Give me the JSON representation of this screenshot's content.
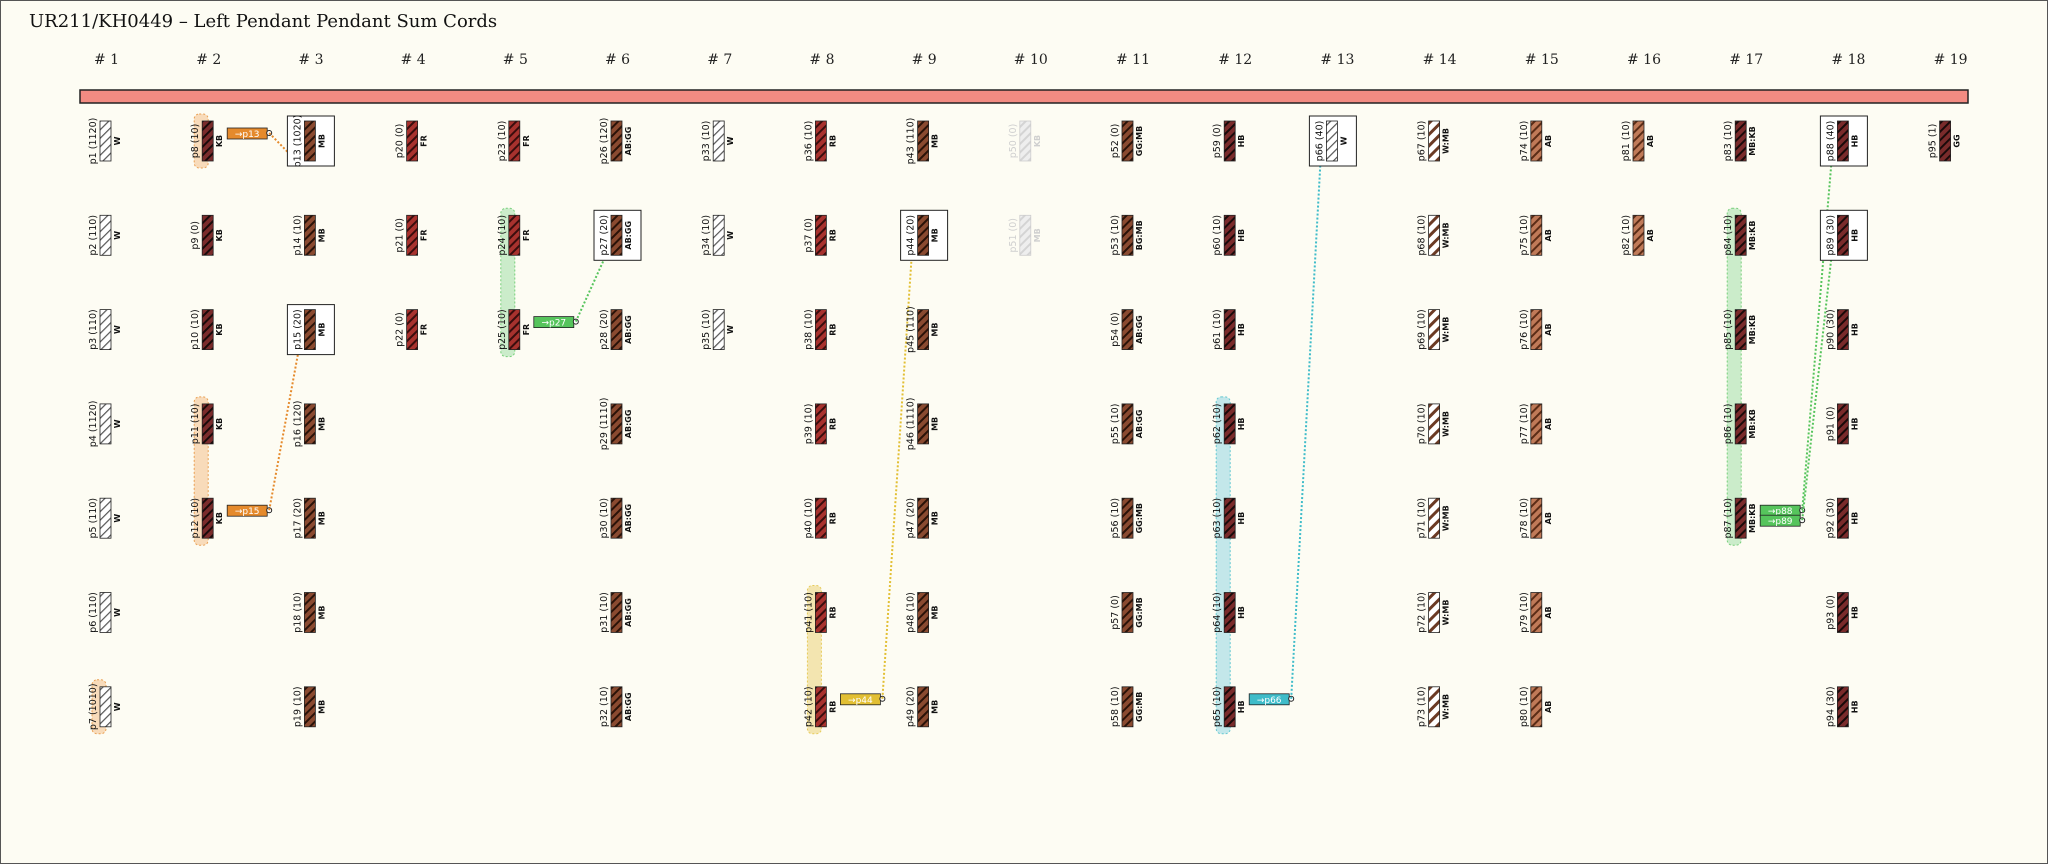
{
  "title": "UR211/KH0449 – Left Pendant Pendant Sum Cords",
  "colors": {
    "background": "#fdfcf3",
    "main_cord": "#f28b82",
    "main_cord_border": "#222222",
    "orange": "#e58a2c",
    "orange_light": "#f8d3ad",
    "green": "#56c45c",
    "green_light": "#bfe9c1",
    "yellow": "#e2bf33",
    "yellow_light": "#f1e0a0",
    "cyan": "#3fbcc9",
    "cyan_light": "#b5e3e8",
    "faded": "#dddddd"
  },
  "column_labels": [
    "# 1",
    "# 2",
    "# 3",
    "# 4",
    "# 5",
    "# 6",
    "# 7",
    "# 8",
    "# 9",
    "# 10",
    "# 11",
    "# 12",
    "# 13",
    "# 14",
    "# 15",
    "# 16",
    "# 17",
    "# 18",
    "# 19"
  ],
  "cords": [
    {
      "col": 1,
      "row": 1,
      "label": "p1 (1120)",
      "color": "W",
      "pattern": "white"
    },
    {
      "col": 1,
      "row": 2,
      "label": "p2 (110)",
      "color": "W",
      "pattern": "white"
    },
    {
      "col": 1,
      "row": 3,
      "label": "p3 (110)",
      "color": "W",
      "pattern": "white"
    },
    {
      "col": 1,
      "row": 4,
      "label": "p4 (1120)",
      "color": "W",
      "pattern": "white"
    },
    {
      "col": 1,
      "row": 5,
      "label": "p5 (110)",
      "color": "W",
      "pattern": "white"
    },
    {
      "col": 1,
      "row": 6,
      "label": "p6 (110)",
      "color": "W",
      "pattern": "white"
    },
    {
      "col": 1,
      "row": 7,
      "label": "p7 (1010)",
      "color": "W",
      "pattern": "white"
    },
    {
      "col": 2,
      "row": 1,
      "label": "p8 (10)",
      "color": "KB",
      "pattern": "dark"
    },
    {
      "col": 2,
      "row": 2,
      "label": "p9 (0)",
      "color": "KB",
      "pattern": "dark"
    },
    {
      "col": 2,
      "row": 3,
      "label": "p10 (10)",
      "color": "KB",
      "pattern": "dark"
    },
    {
      "col": 2,
      "row": 4,
      "label": "p11 (10)",
      "color": "KB",
      "pattern": "dark"
    },
    {
      "col": 2,
      "row": 5,
      "label": "p12 (10)",
      "color": "KB",
      "pattern": "dark"
    },
    {
      "col": 3,
      "row": 1,
      "label": "p13 (1020)",
      "color": "MB",
      "pattern": "brown",
      "box": true
    },
    {
      "col": 3,
      "row": 2,
      "label": "p14 (10)",
      "color": "MB",
      "pattern": "brown"
    },
    {
      "col": 3,
      "row": 3,
      "label": "p15 (20)",
      "color": "MB",
      "pattern": "brown",
      "box": true
    },
    {
      "col": 3,
      "row": 4,
      "label": "p16 (120)",
      "color": "MB",
      "pattern": "brown"
    },
    {
      "col": 3,
      "row": 5,
      "label": "p17 (20)",
      "color": "MB",
      "pattern": "brown"
    },
    {
      "col": 3,
      "row": 6,
      "label": "p18 (10)",
      "color": "MB",
      "pattern": "brown"
    },
    {
      "col": 3,
      "row": 7,
      "label": "p19 (10)",
      "color": "MB",
      "pattern": "brown"
    },
    {
      "col": 4,
      "row": 1,
      "label": "p20 (0)",
      "color": "FR",
      "pattern": "red"
    },
    {
      "col": 4,
      "row": 2,
      "label": "p21 (0)",
      "color": "FR",
      "pattern": "red"
    },
    {
      "col": 4,
      "row": 3,
      "label": "p22 (0)",
      "color": "FR",
      "pattern": "red"
    },
    {
      "col": 5,
      "row": 1,
      "label": "p23 (10)",
      "color": "FR",
      "pattern": "red"
    },
    {
      "col": 5,
      "row": 2,
      "label": "p24 (10)",
      "color": "FR",
      "pattern": "red"
    },
    {
      "col": 5,
      "row": 3,
      "label": "p25 (10)",
      "color": "FR",
      "pattern": "red"
    },
    {
      "col": 6,
      "row": 1,
      "label": "p26 (120)",
      "color": "AB:GG",
      "pattern": "brown"
    },
    {
      "col": 6,
      "row": 2,
      "label": "p27 (20)",
      "color": "AB:GG",
      "pattern": "brown",
      "box": true
    },
    {
      "col": 6,
      "row": 3,
      "label": "p28 (20)",
      "color": "AB:GG",
      "pattern": "brown"
    },
    {
      "col": 6,
      "row": 4,
      "label": "p29 (1110)",
      "color": "AB:GG",
      "pattern": "brown"
    },
    {
      "col": 6,
      "row": 5,
      "label": "p30 (10)",
      "color": "AB:GG",
      "pattern": "brown"
    },
    {
      "col": 6,
      "row": 6,
      "label": "p31 (10)",
      "color": "AB:GG",
      "pattern": "brown"
    },
    {
      "col": 6,
      "row": 7,
      "label": "p32 (10)",
      "color": "AB:GG",
      "pattern": "brown"
    },
    {
      "col": 7,
      "row": 1,
      "label": "p33 (10)",
      "color": "W",
      "pattern": "white"
    },
    {
      "col": 7,
      "row": 2,
      "label": "p34 (10)",
      "color": "W",
      "pattern": "white"
    },
    {
      "col": 7,
      "row": 3,
      "label": "p35 (10)",
      "color": "W",
      "pattern": "white"
    },
    {
      "col": 8,
      "row": 1,
      "label": "p36 (10)",
      "color": "RB",
      "pattern": "red"
    },
    {
      "col": 8,
      "row": 2,
      "label": "p37 (0)",
      "color": "RB",
      "pattern": "red"
    },
    {
      "col": 8,
      "row": 3,
      "label": "p38 (10)",
      "color": "RB",
      "pattern": "red"
    },
    {
      "col": 8,
      "row": 4,
      "label": "p39 (10)",
      "color": "RB",
      "pattern": "red"
    },
    {
      "col": 8,
      "row": 5,
      "label": "p40 (10)",
      "color": "RB",
      "pattern": "red"
    },
    {
      "col": 8,
      "row": 6,
      "label": "p41 (10)",
      "color": "RB",
      "pattern": "red"
    },
    {
      "col": 8,
      "row": 7,
      "label": "p42 (10)",
      "color": "RB",
      "pattern": "red"
    },
    {
      "col": 9,
      "row": 1,
      "label": "p43 (110)",
      "color": "MB",
      "pattern": "brown"
    },
    {
      "col": 9,
      "row": 2,
      "label": "p44 (20)",
      "color": "MB",
      "pattern": "brown",
      "box": true
    },
    {
      "col": 9,
      "row": 3,
      "label": "p45 (110)",
      "color": "MB",
      "pattern": "brown"
    },
    {
      "col": 9,
      "row": 4,
      "label": "p46 (1110)",
      "color": "MB",
      "pattern": "brown"
    },
    {
      "col": 9,
      "row": 5,
      "label": "p47 (20)",
      "color": "MB",
      "pattern": "brown"
    },
    {
      "col": 9,
      "row": 6,
      "label": "p48 (10)",
      "color": "MB",
      "pattern": "brown"
    },
    {
      "col": 9,
      "row": 7,
      "label": "p49 (20)",
      "color": "MB",
      "pattern": "brown"
    },
    {
      "col": 10,
      "row": 1,
      "label": "p50 (0)",
      "color": "KB",
      "pattern": "faded"
    },
    {
      "col": 10,
      "row": 2,
      "label": "p51 (0)",
      "color": "MB",
      "pattern": "faded"
    },
    {
      "col": 11,
      "row": 1,
      "label": "p52 (0)",
      "color": "GG:MB",
      "pattern": "brown"
    },
    {
      "col": 11,
      "row": 2,
      "label": "p53 (10)",
      "color": "BG:MB",
      "pattern": "brown"
    },
    {
      "col": 11,
      "row": 3,
      "label": "p54 (0)",
      "color": "AB:GG",
      "pattern": "brown"
    },
    {
      "col": 11,
      "row": 4,
      "label": "p55 (10)",
      "color": "AB:GG",
      "pattern": "brown"
    },
    {
      "col": 11,
      "row": 5,
      "label": "p56 (10)",
      "color": "GG:MB",
      "pattern": "brown"
    },
    {
      "col": 11,
      "row": 6,
      "label": "p57 (0)",
      "color": "GG:MB",
      "pattern": "brown"
    },
    {
      "col": 11,
      "row": 7,
      "label": "p58 (10)",
      "color": "GG:MB",
      "pattern": "brown"
    },
    {
      "col": 12,
      "row": 1,
      "label": "p59 (0)",
      "color": "HB",
      "pattern": "dark"
    },
    {
      "col": 12,
      "row": 2,
      "label": "p60 (10)",
      "color": "HB",
      "pattern": "dark"
    },
    {
      "col": 12,
      "row": 3,
      "label": "p61 (10)",
      "color": "HB",
      "pattern": "dark"
    },
    {
      "col": 12,
      "row": 4,
      "label": "p62 (10)",
      "color": "HB",
      "pattern": "dark"
    },
    {
      "col": 12,
      "row": 5,
      "label": "p63 (10)",
      "color": "HB",
      "pattern": "dark"
    },
    {
      "col": 12,
      "row": 6,
      "label": "p64 (10)",
      "color": "HB",
      "pattern": "dark"
    },
    {
      "col": 12,
      "row": 7,
      "label": "p65 (10)",
      "color": "HB",
      "pattern": "dark"
    },
    {
      "col": 13,
      "row": 1,
      "label": "p66 (40)",
      "color": "W",
      "pattern": "white",
      "box": true
    },
    {
      "col": 14,
      "row": 1,
      "label": "p67 (10)",
      "color": "W:MB",
      "pattern": "mixed"
    },
    {
      "col": 14,
      "row": 2,
      "label": "p68 (10)",
      "color": "W:MB",
      "pattern": "mixed"
    },
    {
      "col": 14,
      "row": 3,
      "label": "p69 (10)",
      "color": "W:MB",
      "pattern": "mixed"
    },
    {
      "col": 14,
      "row": 4,
      "label": "p70 (10)",
      "color": "W:MB",
      "pattern": "mixed"
    },
    {
      "col": 14,
      "row": 5,
      "label": "p71 (10)",
      "color": "W:MB",
      "pattern": "mixed"
    },
    {
      "col": 14,
      "row": 6,
      "label": "p72 (10)",
      "color": "W:MB",
      "pattern": "mixed"
    },
    {
      "col": 14,
      "row": 7,
      "label": "p73 (10)",
      "color": "W:MB",
      "pattern": "mixed"
    },
    {
      "col": 15,
      "row": 1,
      "label": "p74 (10)",
      "color": "AB",
      "pattern": "light"
    },
    {
      "col": 15,
      "row": 2,
      "label": "p75 (10)",
      "color": "AB",
      "pattern": "light"
    },
    {
      "col": 15,
      "row": 3,
      "label": "p76 (10)",
      "color": "AB",
      "pattern": "light"
    },
    {
      "col": 15,
      "row": 4,
      "label": "p77 (10)",
      "color": "AB",
      "pattern": "light"
    },
    {
      "col": 15,
      "row": 5,
      "label": "p78 (10)",
      "color": "AB",
      "pattern": "light"
    },
    {
      "col": 15,
      "row": 6,
      "label": "p79 (10)",
      "color": "AB",
      "pattern": "light"
    },
    {
      "col": 15,
      "row": 7,
      "label": "p80 (10)",
      "color": "AB",
      "pattern": "light"
    },
    {
      "col": 16,
      "row": 1,
      "label": "p81 (10)",
      "color": "AB",
      "pattern": "light"
    },
    {
      "col": 16,
      "row": 2,
      "label": "p82 (10)",
      "color": "AB",
      "pattern": "light"
    },
    {
      "col": 17,
      "row": 1,
      "label": "p83 (10)",
      "color": "MB:KB",
      "pattern": "dark"
    },
    {
      "col": 17,
      "row": 2,
      "label": "p84 (10)",
      "color": "MB:KB",
      "pattern": "dark"
    },
    {
      "col": 17,
      "row": 3,
      "label": "p85 (10)",
      "color": "MB:KB",
      "pattern": "dark"
    },
    {
      "col": 17,
      "row": 4,
      "label": "p86 (10)",
      "color": "MB:KB",
      "pattern": "dark"
    },
    {
      "col": 17,
      "row": 5,
      "label": "p87 (10)",
      "color": "MB:KB",
      "pattern": "dark"
    },
    {
      "col": 18,
      "row": 1,
      "label": "p88 (40)",
      "color": "HB",
      "pattern": "dark",
      "box": true
    },
    {
      "col": 18,
      "row": 2,
      "label": "p89 (30)",
      "color": "HB",
      "pattern": "dark",
      "box": true
    },
    {
      "col": 18,
      "row": 3,
      "label": "p90 (30)",
      "color": "HB",
      "pattern": "dark"
    },
    {
      "col": 18,
      "row": 4,
      "label": "p91 (0)",
      "color": "HB",
      "pattern": "dark"
    },
    {
      "col": 18,
      "row": 5,
      "label": "p92 (30)",
      "color": "HB",
      "pattern": "dark"
    },
    {
      "col": 18,
      "row": 6,
      "label": "p93 (0)",
      "color": "HB",
      "pattern": "dark"
    },
    {
      "col": 18,
      "row": 7,
      "label": "p94 (30)",
      "color": "HB",
      "pattern": "dark"
    },
    {
      "col": 19,
      "row": 1,
      "label": "p95 (1)",
      "color": "GG",
      "pattern": "dark"
    }
  ],
  "sum_groups": [
    {
      "col": 1,
      "rows": [
        7,
        7
      ],
      "tint": "orange"
    },
    {
      "col": 2,
      "rows": [
        1,
        1
      ],
      "tint": "orange"
    },
    {
      "col": 2,
      "rows": [
        4,
        5
      ],
      "tint": "orange"
    },
    {
      "col": 5,
      "rows": [
        2,
        3
      ],
      "tint": "green"
    },
    {
      "col": 8,
      "rows": [
        6,
        7
      ],
      "tint": "yellow"
    },
    {
      "col": 12,
      "rows": [
        4,
        7
      ],
      "tint": "cyan"
    },
    {
      "col": 17,
      "rows": [
        2,
        5
      ],
      "tint": "green"
    }
  ],
  "sum_links": [
    {
      "tint": "orange",
      "from_label": "→p13",
      "from_col": 2,
      "from_row": 1,
      "to_label": "←p8",
      "to_col": 3,
      "to_row": 1
    },
    {
      "tint": "orange",
      "from_label": "→p15",
      "from_col": 2,
      "from_row": 5,
      "to_label": "←p12",
      "to_col": 3,
      "to_row": 3
    },
    {
      "tint": "green",
      "from_label": "→p27",
      "from_col": 5,
      "from_row": 3,
      "to_label": "←p25",
      "to_col": 6,
      "to_row": 2
    },
    {
      "tint": "yellow",
      "from_label": "→p44",
      "from_col": 8,
      "from_row": 7,
      "to_label": "←p42",
      "to_col": 9,
      "to_row": 2
    },
    {
      "tint": "cyan",
      "from_label": "→p66",
      "from_col": 12,
      "from_row": 7,
      "to_label": "←p65",
      "to_col": 13,
      "to_row": 1
    },
    {
      "tint": "green",
      "from_label": "→p88",
      "from_col": 17,
      "from_row": 5,
      "to_label": "←p87",
      "to_col": 18,
      "to_row": 1
    },
    {
      "tint": "green",
      "from_label": "→p89",
      "from_col": 17,
      "from_row": 5,
      "to_label": "←p87",
      "to_col": 18,
      "to_row": 2
    }
  ]
}
